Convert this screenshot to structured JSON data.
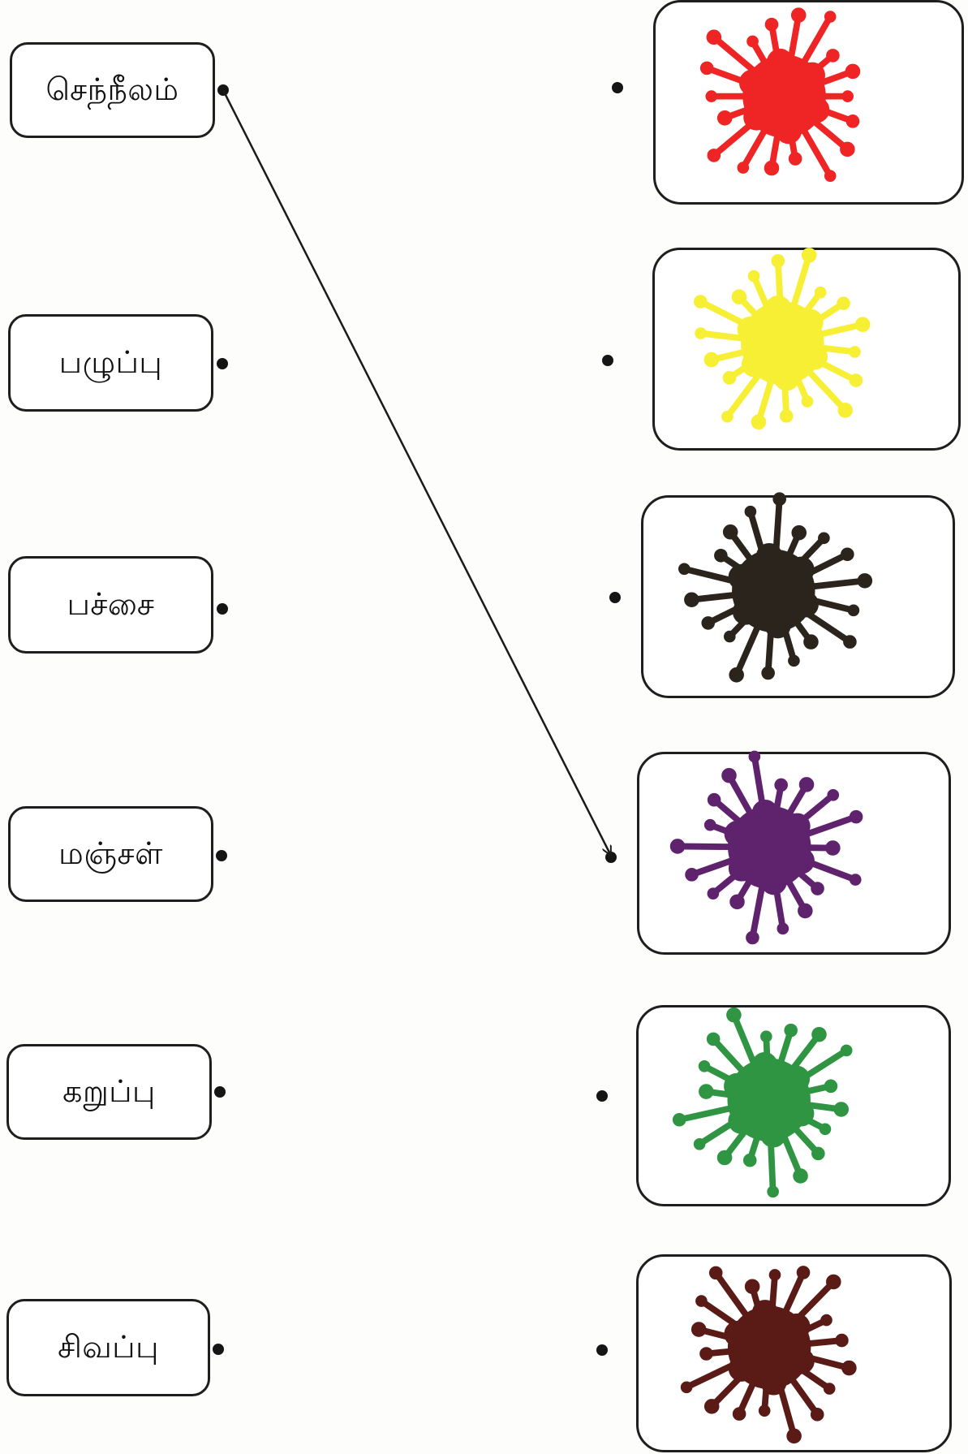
{
  "words": [
    {
      "label": "செந்நீலம்"
    },
    {
      "label": "பழுப்பு"
    },
    {
      "label": "பச்சை"
    },
    {
      "label": "மஞ்சள்"
    },
    {
      "label": "கறுப்பு"
    },
    {
      "label": "சிவப்பு"
    }
  ],
  "splashes": [
    {
      "icon": "red-paint-splash-icon",
      "color": "#ef2424"
    },
    {
      "icon": "yellow-paint-splash-icon",
      "color": "#f7ef34"
    },
    {
      "icon": "black-paint-splash-icon",
      "color": "#2b241d"
    },
    {
      "icon": "purple-paint-splash-icon",
      "color": "#5f236e"
    },
    {
      "icon": "green-paint-splash-icon",
      "color": "#2f9543"
    },
    {
      "icon": "brown-paint-splash-icon",
      "color": "#5a1b16"
    }
  ],
  "example_match": {
    "word": "செந்நீலம்",
    "splash": "purple-paint-splash-icon"
  }
}
